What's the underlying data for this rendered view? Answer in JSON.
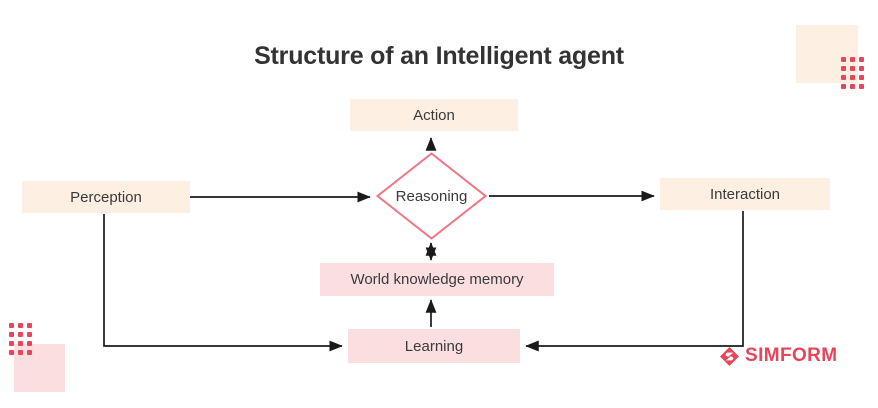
{
  "page": {
    "title": "Structure of an Intelligent agent",
    "background_color": "#ffffff"
  },
  "colors": {
    "cream": "#FDF0E3",
    "pink": "#FBDFE0",
    "accent_red": "#E8445A",
    "diamond_stroke": "#F07585",
    "arrow": "#1a1a1a",
    "text": "#3a3a3a",
    "title_text": "#333333"
  },
  "diagram": {
    "type": "flowchart",
    "nodes": [
      {
        "id": "action",
        "label": "Action",
        "shape": "rect",
        "fill": "cream"
      },
      {
        "id": "perception",
        "label": "Perception",
        "shape": "rect",
        "fill": "cream"
      },
      {
        "id": "reasoning",
        "label": "Reasoning",
        "shape": "diamond",
        "fill": "white"
      },
      {
        "id": "interaction",
        "label": "Interaction",
        "shape": "rect",
        "fill": "cream"
      },
      {
        "id": "memory",
        "label": "World knowledge memory",
        "shape": "rect",
        "fill": "pink"
      },
      {
        "id": "learning",
        "label": "Learning",
        "shape": "rect",
        "fill": "pink"
      }
    ],
    "edges": [
      {
        "from": "perception",
        "to": "reasoning",
        "direction": "one-way",
        "routing": "straight-right"
      },
      {
        "from": "reasoning",
        "to": "action",
        "direction": "one-way",
        "routing": "straight-up"
      },
      {
        "from": "reasoning",
        "to": "interaction",
        "direction": "one-way",
        "routing": "straight-right"
      },
      {
        "from": "reasoning",
        "to": "memory",
        "direction": "two-way",
        "routing": "vertical"
      },
      {
        "from": "learning",
        "to": "memory",
        "direction": "one-way",
        "routing": "straight-up"
      },
      {
        "from": "perception",
        "to": "learning",
        "direction": "one-way",
        "routing": "down-then-right"
      },
      {
        "from": "interaction",
        "to": "learning",
        "direction": "one-way",
        "routing": "down-then-left"
      }
    ]
  },
  "brand": {
    "name": "SIMFORM",
    "mark": "simform-logo-icon"
  },
  "decorations": [
    {
      "id": "deco-rect-tr",
      "kind": "rectangle",
      "fill": "#FDEFE2"
    },
    {
      "id": "deco-dots-tr",
      "kind": "dot-grid",
      "fill": "#E8445A",
      "columns": 3,
      "rows": 4
    },
    {
      "id": "deco-rect-bl",
      "kind": "rectangle",
      "fill": "#FBDFE0"
    },
    {
      "id": "deco-dots-bl",
      "kind": "dot-grid",
      "fill": "#E8445A",
      "columns": 3,
      "rows": 4
    }
  ]
}
